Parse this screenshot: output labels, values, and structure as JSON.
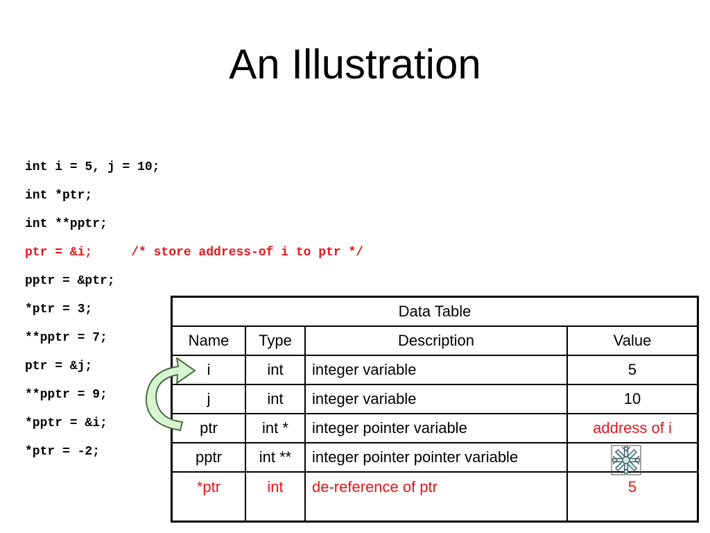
{
  "slide": {
    "title": "An Illustration"
  },
  "code": [
    "int i = 5, j = 10;",
    "int *ptr;",
    "int **pptr;",
    "ptr = &i;",
    "/* store address-of i to ptr */",
    "pptr = &ptr;",
    "*ptr = 3;",
    "**pptr = 7;",
    "ptr = &j;",
    "**pptr = 9;",
    "*pptr = &i;",
    "*ptr = -2;"
  ],
  "table": {
    "caption": "Data Table",
    "headers": [
      "Name",
      "Type",
      "Description",
      "Value"
    ],
    "rows": [
      [
        "i",
        "int",
        "integer variable",
        "5"
      ],
      [
        "j",
        "int",
        "integer variable",
        "10"
      ],
      [
        "ptr",
        "int *",
        "integer pointer variable",
        "address of i"
      ],
      [
        "pptr",
        "int **",
        "integer pointer pointer variable",
        ""
      ],
      [
        "*ptr",
        "int",
        "de-reference of ptr",
        "5"
      ]
    ]
  },
  "icons": {
    "arrow": "curved-arrow-icon",
    "snowflake": "snowflake-icon"
  },
  "colors": {
    "highlight": "#e8141b",
    "arrow_fill": "#d7f5cf",
    "snow_fill": "#c9ecef"
  }
}
